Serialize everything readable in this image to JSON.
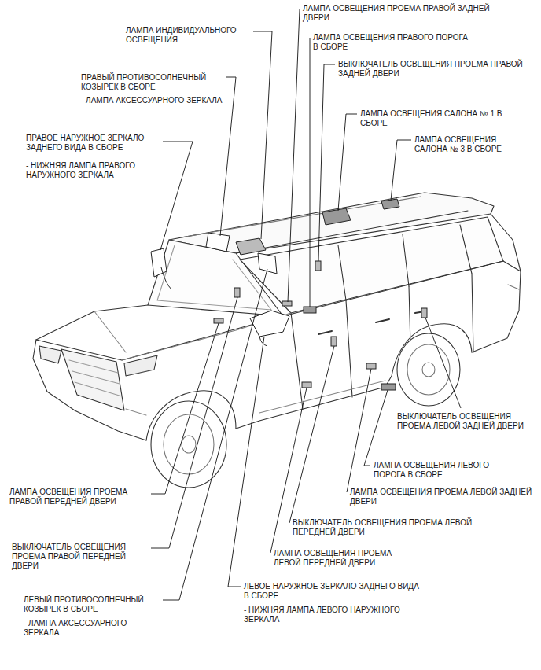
{
  "diagram": {
    "labels": [
      "ЛАМПА ОСВЕЩЕНИЯ ПРОЕМА ПРАВОЙ ЗАДНЕЙ ДВЕРИ",
      "ЛАМПА ИНДИВИДУАЛЬНОГО ОСВЕЩЕНИЯ",
      "ЛАМПА ОСВЕЩЕНИЯ ПРАВОГО ПОРОГА В СБОРЕ",
      "ВЫКЛЮЧАТЕЛЬ ОСВЕЩЕНИЯ ПРОЕМА ПРАВОЙ ЗАДНЕЙ ДВЕРИ",
      "ПРАВЫЙ ПРОТИВОСОЛНЕЧНЫЙ КОЗЫРЕК В СБОРЕ",
      "- ЛАМПА АКСЕССУАРНОГО ЗЕРКАЛА",
      "ЛАМПА ОСВЕЩЕНИЯ САЛОНА № 1 В СБОРЕ",
      "ПРАВОЕ НАРУЖНОЕ ЗЕРКАЛО ЗАДНЕГО ВИДА В СБОРЕ",
      "ЛАМПА ОСВЕЩЕНИЯ САЛОНА № 3 В СБОРЕ",
      "- НИЖНЯЯ ЛАМПА ПРАВОГО НАРУЖНОГО ЗЕРКАЛА",
      "ВЫКЛЮЧАТЕЛЬ ОСВЕЩЕНИЯ ПРОЕМА ЛЕВОЙ ЗАДНЕЙ ДВЕРИ",
      "ЛАМПА ОСВЕЩЕНИЯ ЛЕВОГО ПОРОГА В СБОРЕ",
      "ЛАМПА ОСВЕЩЕНИЯ ПРОЕМА ПРАВОЙ ПЕРЕДНЕЙ ДВЕРИ",
      "ЛАМПА ОСВЕЩЕНИЯ ПРОЕМА ЛЕВОЙ ЗАДНЕЙ ДВЕРИ",
      "ВЫКЛЮЧАТЕЛЬ ОСВЕЩЕНИЯ ПРОЕМА ЛЕВОЙ ПЕРЕДНЕЙ ДВЕРИ",
      "ВЫКЛЮЧАТЕЛЬ ОСВЕЩЕНИЯ ПРОЕМА ПРАВОЙ ПЕРЕДНЕЙ ДВЕРИ",
      "ЛАМПА ОСВЕЩЕНИЯ ПРОЕМА ЛЕВОЙ ПЕРЕДНЕЙ ДВЕРИ",
      "ЛЕВОЕ НАРУЖНОЕ ЗЕРКАЛО ЗАДНЕГО ВИДА В СБОРЕ",
      "- НИЖНЯЯ ЛАМПА ЛЕВОГО НАРУЖНОГО ЗЕРКАЛА",
      "ЛЕВЫЙ ПРОТИВОСОЛНЕЧНЫЙ КОЗЫРЕК В СБОРЕ",
      "- ЛАМПА АКСЕССУАРНОГО ЗЕРКАЛА"
    ]
  }
}
